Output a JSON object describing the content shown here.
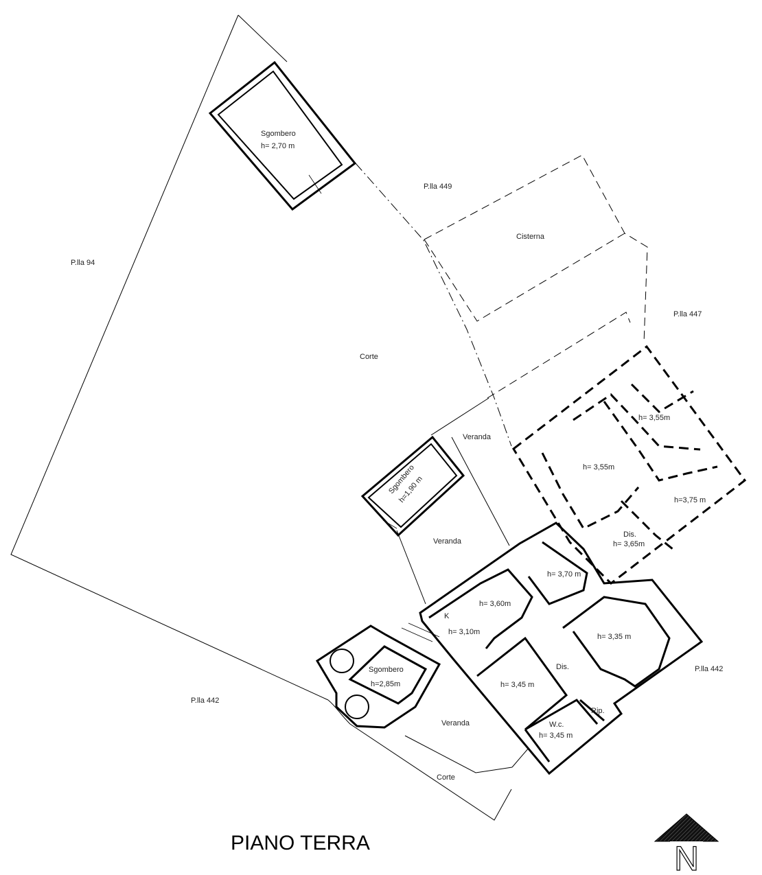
{
  "drawing": {
    "title": "PIANO TERRA",
    "north_arrow": {
      "icon": "north-arrow-icon",
      "letter": "N"
    }
  },
  "parcels": {
    "p94": "P.lla 94",
    "p449": "P.lla 449",
    "p447": "P.lla 447",
    "p442_left": "P.lla 442",
    "p442_right": "P.lla 442"
  },
  "areas": {
    "corte_main": "Corte",
    "corte_bottom": "Corte",
    "veranda_top": "Veranda",
    "veranda_mid": "Veranda",
    "veranda_bottom": "Veranda",
    "cisterna": "Cisterna"
  },
  "rooms": {
    "sgombero_north": {
      "name": "Sgombero",
      "height": "h= 2,70 m"
    },
    "sgombero_mid": {
      "name": "Sgombero",
      "height": "h=1,90 m"
    },
    "sgombero_south": {
      "name": "Sgombero",
      "height": "h=2,85m"
    },
    "room_ne_small": {
      "height": "h= 3,55m"
    },
    "room_ne_large": {
      "height": "h= 3,55m"
    },
    "room_e": {
      "height": "h=3,75 m"
    },
    "dis_upper": {
      "name": "Dis.",
      "height": "h= 3,65m"
    },
    "room_center": {
      "height": "h= 3,70 m"
    },
    "room_360": {
      "height": "h= 3,60m"
    },
    "kitchen": {
      "name": "K",
      "height": "h= 3,10m"
    },
    "room_335": {
      "height": "h= 3,35 m"
    },
    "room_345": {
      "height": "h= 3,45 m"
    },
    "dis_lower": {
      "name": "Dis."
    },
    "wc": {
      "name": "W.c.",
      "height": "h= 3,45 m"
    },
    "rip": {
      "name": "Rip."
    }
  }
}
